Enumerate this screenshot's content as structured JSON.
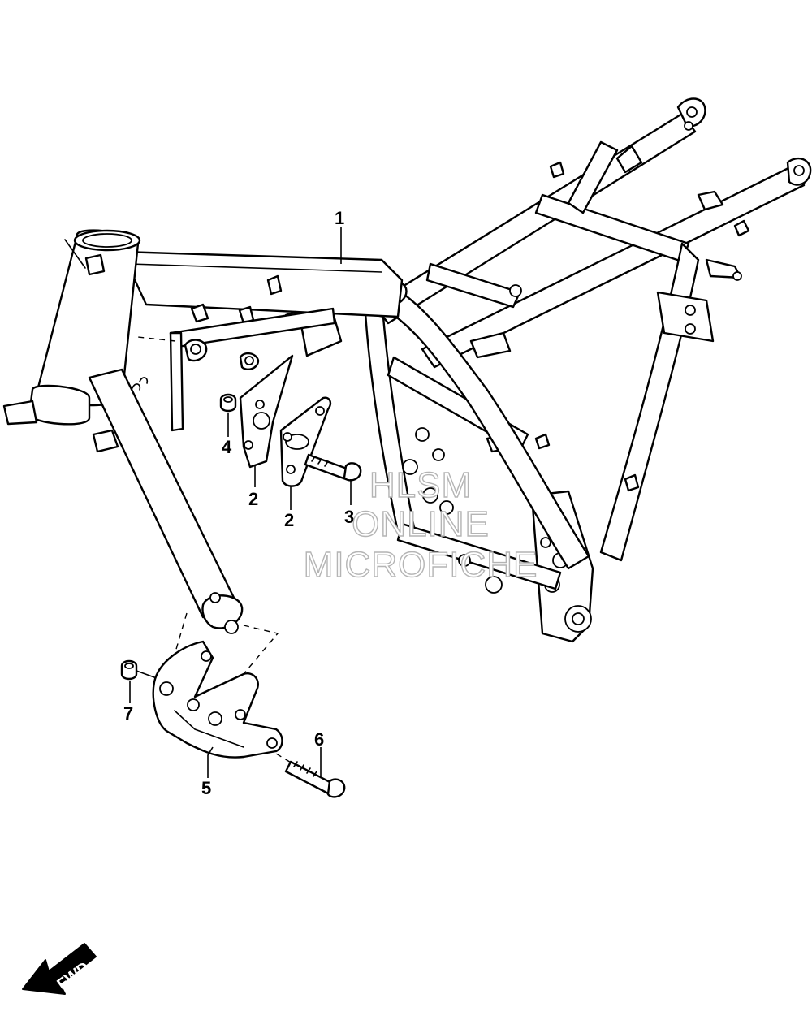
{
  "callouts": [
    {
      "id": "1",
      "label": "1"
    },
    {
      "id": "2a",
      "label": "2"
    },
    {
      "id": "2b",
      "label": "2"
    },
    {
      "id": "3",
      "label": "3"
    },
    {
      "id": "4",
      "label": "4"
    },
    {
      "id": "5",
      "label": "5"
    },
    {
      "id": "6",
      "label": "6"
    },
    {
      "id": "7",
      "label": "7"
    }
  ],
  "watermark": {
    "line1": "HLSM",
    "line2": "ONLINE",
    "line3": "MICROFICHE"
  },
  "direction_indicator": {
    "label": "FWD"
  },
  "colors": {
    "line": "#000000",
    "background": "#ffffff",
    "watermark": "#b4b4b4"
  }
}
